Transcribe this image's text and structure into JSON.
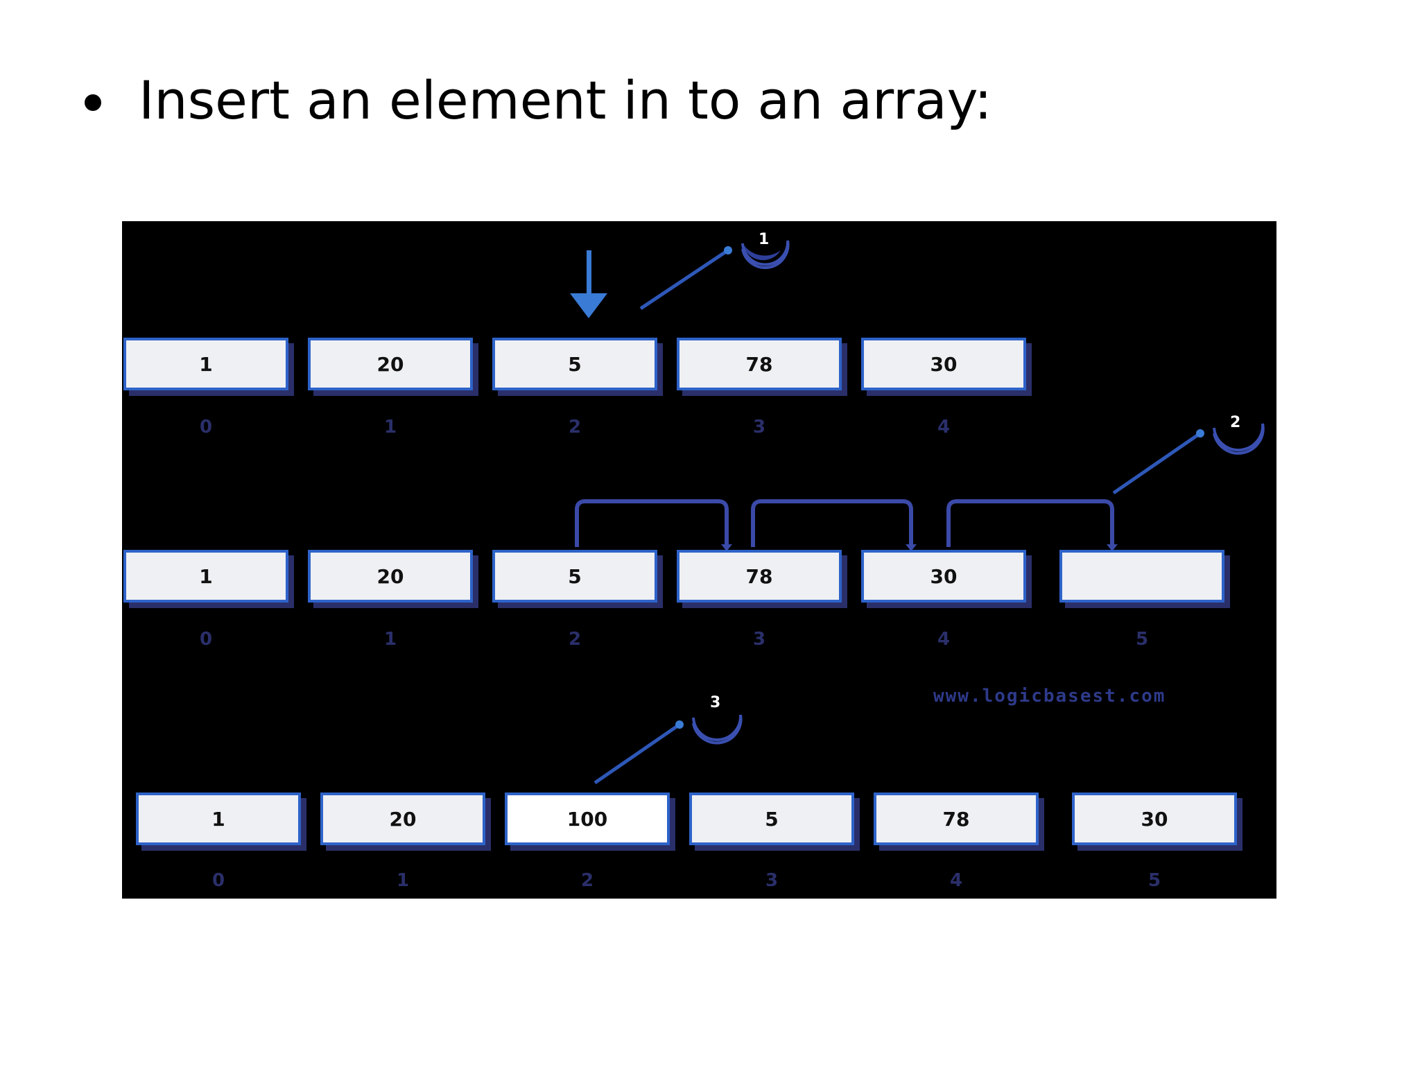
{
  "slide": {
    "bullet_text": "Insert an element in to an array:"
  },
  "figure": {
    "row1": {
      "values": [
        "1",
        "20",
        "5",
        "78",
        "30"
      ],
      "indices": [
        "0",
        "1",
        "2",
        "3",
        "4"
      ]
    },
    "row2": {
      "values": [
        "1",
        "20",
        "5",
        "78",
        "30",
        ""
      ],
      "indices": [
        "0",
        "1",
        "2",
        "3",
        "4",
        "5"
      ]
    },
    "row3": {
      "values": [
        "1",
        "20",
        "100",
        "5",
        "78",
        "30"
      ],
      "indices": [
        "0",
        "1",
        "2",
        "3",
        "4",
        "5"
      ]
    },
    "steps": [
      "1",
      "2",
      "3"
    ],
    "watermark": "www.logicbasest.com",
    "colors": {
      "background": "#000000",
      "cell_border": "#2e63c9",
      "cell_fill": "#eef0f3",
      "arrow": "#3a7bd5",
      "connector": "#3b4aa8"
    }
  }
}
